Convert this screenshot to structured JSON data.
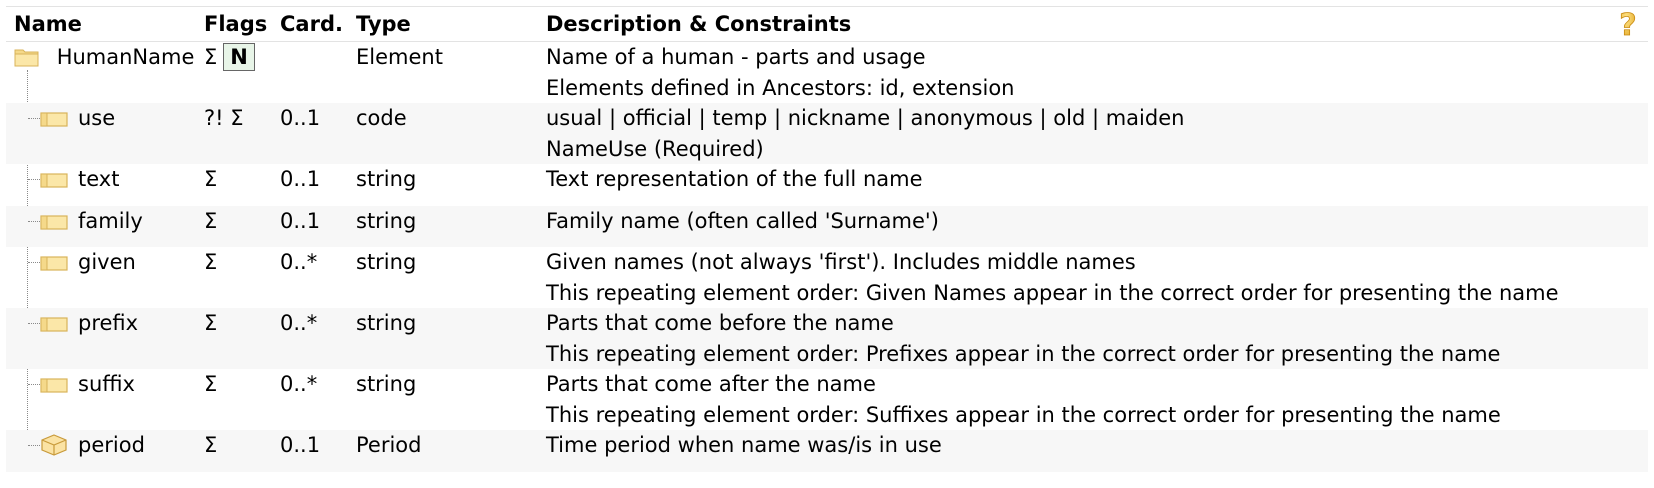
{
  "headers": {
    "name": "Name",
    "flags": "Flags",
    "card": "Card.",
    "type": "Type",
    "desc": "Description & Constraints"
  },
  "root": {
    "name": "HumanName",
    "flags": "Σ",
    "flag_badge": "N",
    "card": "",
    "type": "Element",
    "desc": [
      "Name of a human - parts and usage",
      "Elements defined in Ancestors: id, extension"
    ]
  },
  "rows": [
    {
      "name": "use",
      "flags": "?! Σ",
      "card": "0..1",
      "type": "code",
      "desc": [
        "usual | official | temp | nickname | anonymous | old | maiden",
        "NameUse (Required)"
      ],
      "icon": "primitive-icon"
    },
    {
      "name": "text",
      "flags": "Σ",
      "card": "0..1",
      "type": "string",
      "desc": [
        "Text representation of the full name"
      ],
      "icon": "primitive-icon"
    },
    {
      "name": "family",
      "flags": "Σ",
      "card": "0..1",
      "type": "string",
      "desc": [
        "Family name (often called 'Surname')"
      ],
      "icon": "primitive-icon"
    },
    {
      "name": "given",
      "flags": "Σ",
      "card": "0..*",
      "type": "string",
      "desc": [
        "Given names (not always 'first'). Includes middle names",
        "This repeating element order: Given Names appear in the correct order for presenting the name"
      ],
      "icon": "primitive-icon"
    },
    {
      "name": "prefix",
      "flags": "Σ",
      "card": "0..*",
      "type": "string",
      "desc": [
        "Parts that come before the name",
        "This repeating element order: Prefixes appear in the correct order for presenting the name"
      ],
      "icon": "primitive-icon"
    },
    {
      "name": "suffix",
      "flags": "Σ",
      "card": "0..*",
      "type": "string",
      "desc": [
        "Parts that come after the name",
        "This repeating element order: Suffixes appear in the correct order for presenting the name"
      ],
      "icon": "primitive-icon"
    },
    {
      "name": "period",
      "flags": "Σ",
      "card": "0..1",
      "type": "Period",
      "desc": [
        "Time period when name was/is in use"
      ],
      "icon": "datatype-icon"
    }
  ],
  "colors": {
    "shade": "#f7f7f7",
    "border": "#e3e3e3",
    "badge_bg": "#e8f5e8"
  }
}
